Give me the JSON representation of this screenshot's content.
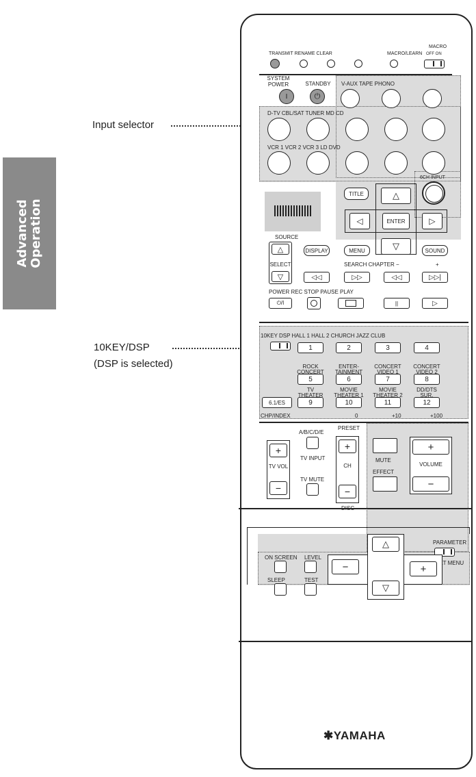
{
  "side_tab": {
    "label": "Advanced\nOperation"
  },
  "callouts": {
    "input_selector": "Input selector",
    "tenkey_dsp": "10KEY/DSP",
    "tenkey_dsp_note": "(DSP is selected)"
  },
  "remote": {
    "top_labels": {
      "transmit": "TRANSMIT",
      "rename": "RENAME",
      "clear": "CLEAR",
      "macro_learn": "MACRO/LEARN",
      "macro": "MACRO",
      "off_on": "OFF   ON"
    },
    "power": {
      "system_power": "SYSTEM\nPOWER",
      "standby": "STANDBY",
      "power_glyph": "I",
      "standby_glyph": "⏻"
    },
    "inputs": {
      "row1": "V-AUX TAPE PHONO",
      "row2": "D-TV CBL/SAT TUNER MD CD",
      "row3": "VCR 1 VCR 2 VCR 3 LD DVD",
      "ch6_input": "6CH INPUT"
    },
    "nav": {
      "title": "TITLE",
      "enter": "ENTER",
      "display": "DISPLAY",
      "menu": "MENU",
      "sound": "SOUND",
      "source": "SOURCE",
      "select": "SELECT",
      "search_chapter": "SEARCH CHAPTER  −",
      "plus": "+",
      "power_row": "POWER REC STOP PAUSE PLAY"
    },
    "dsp": {
      "header": "10KEY DSP HALL 1 HALL 2     CHURCH   JAZZ CLUB",
      "programs": [
        {
          "name": "",
          "num": "1"
        },
        {
          "name": "",
          "num": "2"
        },
        {
          "name": "",
          "num": "3"
        },
        {
          "name": "",
          "num": "4"
        },
        {
          "name": "ROCK\nCONCERT",
          "num": "5"
        },
        {
          "name": "ENTER-\nTAINMENT",
          "num": "6"
        },
        {
          "name": "CONCERT\nVIDEO 1",
          "num": "7"
        },
        {
          "name": "CONCERT\nVIDEO 2",
          "num": "8"
        },
        {
          "name": "TV\nTHEATER",
          "num": "9"
        },
        {
          "name": "MOVIE\nTHEATER 1",
          "num": "10"
        },
        {
          "name": "MOVIE\nTHEATER 2",
          "num": "11"
        },
        {
          "name": "DD/DTS\nSUR.",
          "num": "12"
        }
      ],
      "es": "6.1/ES",
      "bottom": {
        "chp_index": "CHP/INDEX",
        "zero": "0",
        "plus10": "+10",
        "plus100": "+100"
      }
    },
    "volume": {
      "abcde": "A/B/C/D/E",
      "preset": "PRESET",
      "tv_input": "TV INPUT",
      "tv_vol": "TV VOL",
      "tv_mute": "TV MUTE",
      "ch": "CH",
      "disc": "DISC",
      "mute": "MUTE",
      "effect": "EFFECT",
      "volume": "VOLUME",
      "plus": "+",
      "minus": "−"
    },
    "bottom_panel": {
      "on_screen": "ON SCREEN",
      "level": "LEVEL",
      "sleep": "SLEEP",
      "test": "TEST",
      "parameter": "PARAMETER",
      "set_menu": "SET MENU",
      "plus": "+",
      "minus": "−"
    },
    "brand": "YAMAHA"
  }
}
